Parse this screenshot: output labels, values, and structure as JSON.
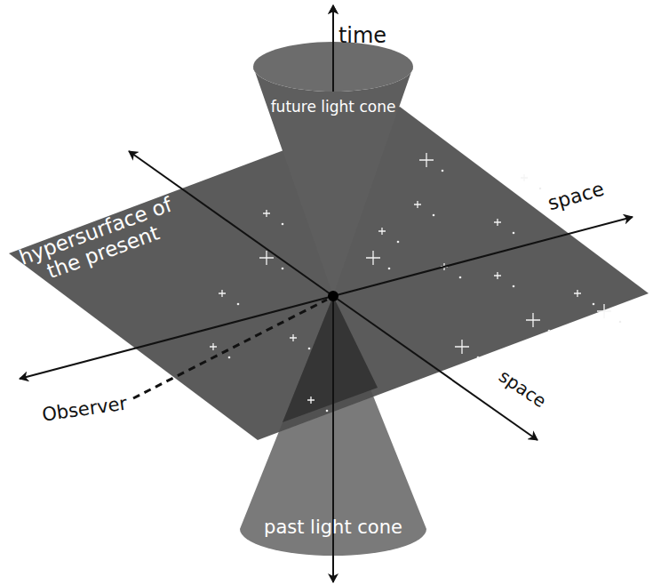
{
  "diagram": {
    "nodes": [
      {
        "text": [
          "future light cone"
        ]
      },
      {
        "text": [
          "hypersurface of the present"
        ]
      },
      {
        "text": [
          "past light cone"
        ]
      }
    ],
    "labels": [
      "time",
      "space",
      "space",
      "Observer"
    ]
  }
}
